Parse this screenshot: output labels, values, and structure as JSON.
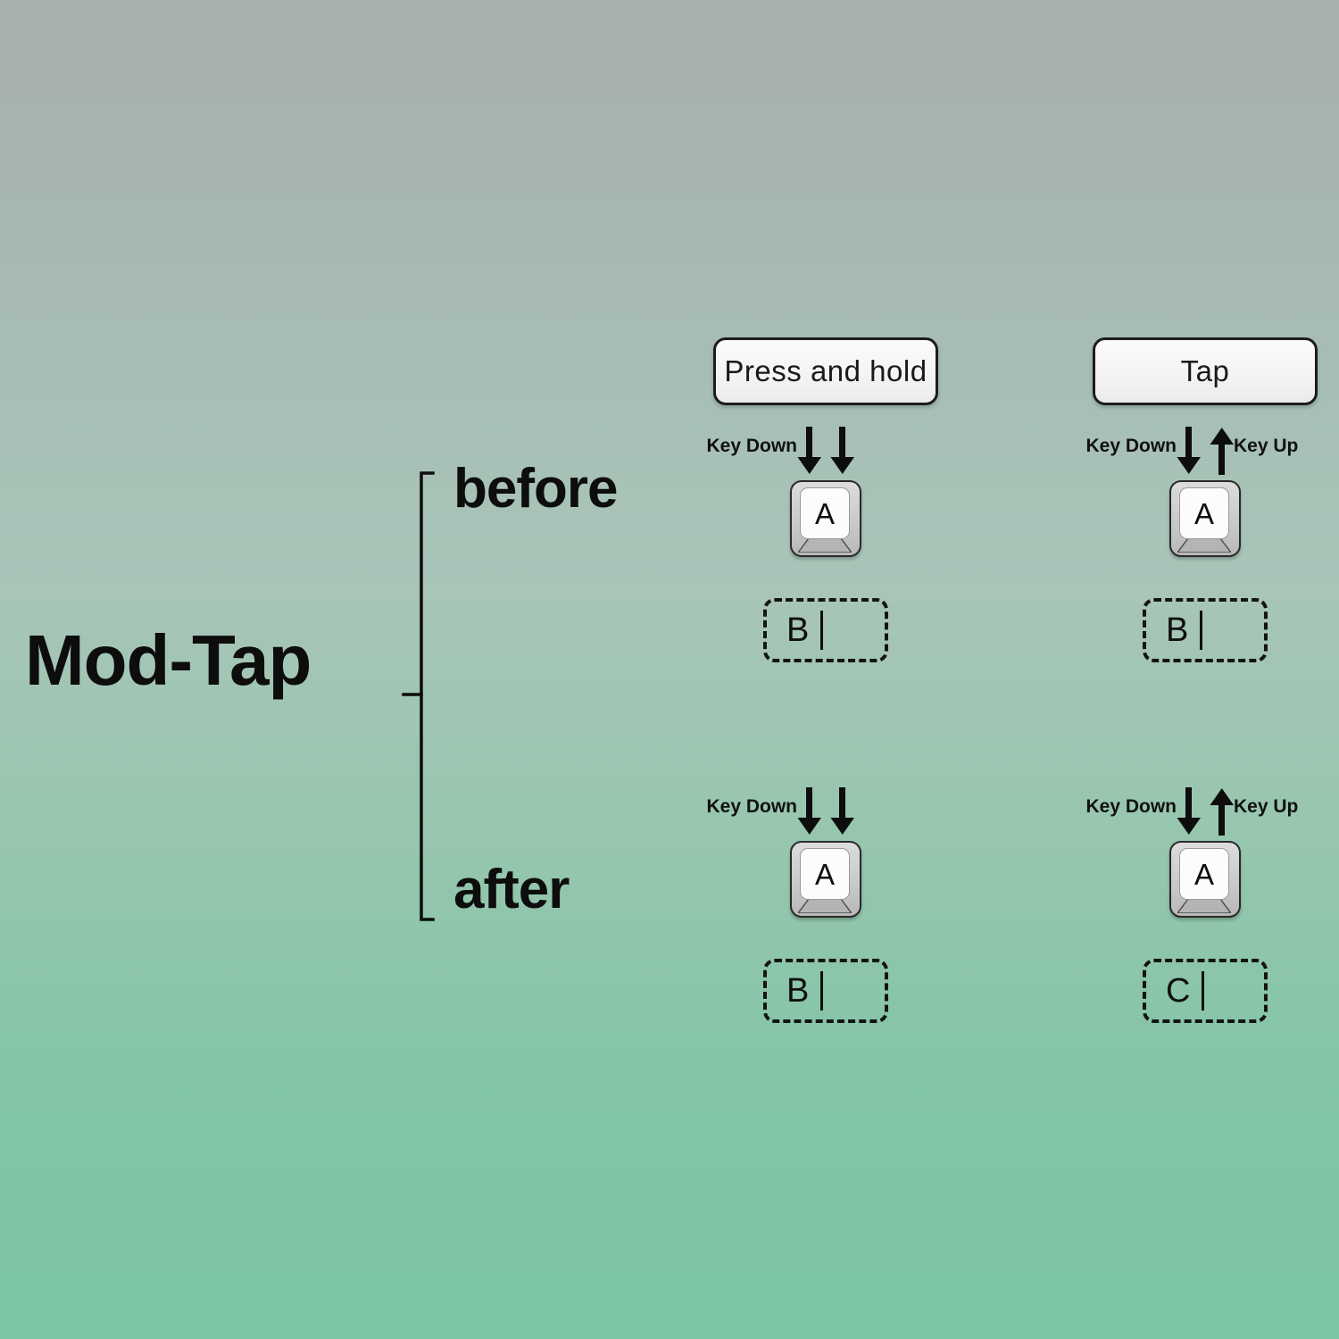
{
  "background": {
    "gradient_top": "#a8b0ae",
    "gradient_mid": "#a8c5b8",
    "gradient_bottom": "#7bc4a4"
  },
  "diagram": {
    "title": "Mod-Tap",
    "row_labels": {
      "before": "before",
      "after": "after"
    },
    "column_headers": {
      "hold": "Press and hold",
      "tap": "Tap"
    },
    "labels": {
      "key_down": "Key Down",
      "key_up": "Key Up"
    },
    "panels": [
      {
        "id": "hold-before",
        "row": "before",
        "column": "hold",
        "header": "Press and hold",
        "has_header": true,
        "key_down_label": "Key Down",
        "key_up_label": "",
        "arrows": [
          "down",
          "down"
        ],
        "keycap_letter": "A",
        "output_letter": "B"
      },
      {
        "id": "tap-before",
        "row": "before",
        "column": "tap",
        "header": "Tap",
        "has_header": true,
        "key_down_label": "Key Down",
        "key_up_label": "Key Up",
        "arrows": [
          "down",
          "up"
        ],
        "keycap_letter": "A",
        "output_letter": "B"
      },
      {
        "id": "hold-after",
        "row": "after",
        "column": "hold",
        "header": "",
        "has_header": false,
        "key_down_label": "Key Down",
        "key_up_label": "",
        "arrows": [
          "down",
          "down"
        ],
        "keycap_letter": "A",
        "output_letter": "B"
      },
      {
        "id": "tap-after",
        "row": "after",
        "column": "tap",
        "header": "",
        "has_header": false,
        "key_down_label": "Key Down",
        "key_up_label": "Key Up",
        "arrows": [
          "down",
          "up"
        ],
        "keycap_letter": "A",
        "output_letter": "C"
      }
    ],
    "colors": {
      "ink": "#0d0d0d",
      "pill_fill": "#f7f7f7",
      "keycap_shell": "#c8c8c8",
      "keycap_face": "#fcfcfc"
    }
  }
}
